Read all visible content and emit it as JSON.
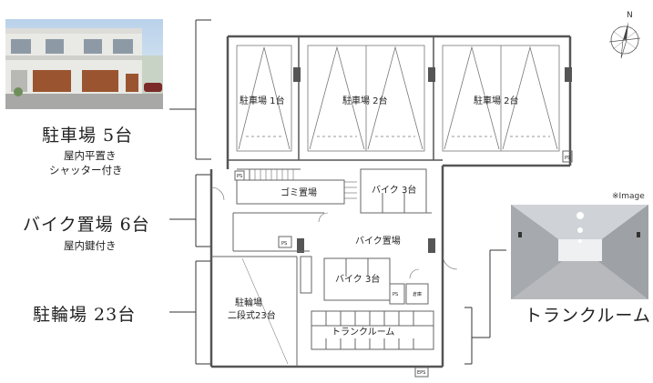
{
  "legend": {
    "parking": {
      "title": "駐車場 5台",
      "line1": "屋内平置き",
      "line2": "シャッター付き"
    },
    "bike_parking": {
      "title": "バイク置場 6台",
      "line1": "屋内鍵付き"
    },
    "bicycle": {
      "title": "駐輪場 23台"
    },
    "trunk": {
      "title": "トランクルーム"
    }
  },
  "image_note": "※Image",
  "compass": {
    "label": "N",
    "icon": "compass-icon"
  },
  "floorplan": {
    "garage1": "駐車場 1台",
    "garage2a": "駐車場 2台",
    "garage2b": "駐車場 2台",
    "garbage": "ゴミ置場",
    "bike3_top": "バイク 3台",
    "bike_area": "バイク置場",
    "bike3_bottom": "バイク 3台",
    "bicycle_line1": "駐輪場",
    "bicycle_line2": "二段式23台",
    "trunk_room": "トランクルーム",
    "ps1": "PS",
    "ps2": "PS",
    "ps3": "PS",
    "ps4": "PS",
    "eps": "EPS",
    "storage": "倉庫"
  }
}
